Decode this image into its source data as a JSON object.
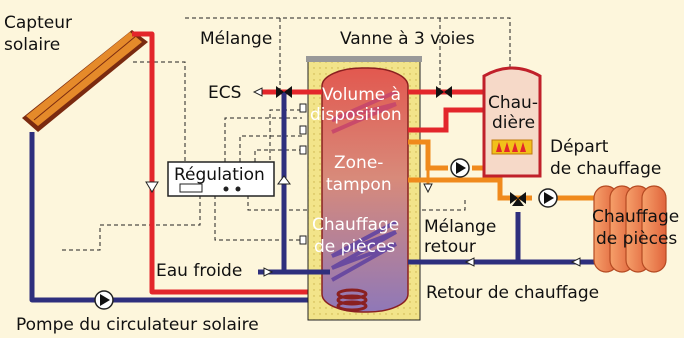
{
  "labels": {
    "capteur_line1": "Capteur",
    "capteur_line2": "solaire",
    "melange": "Mélange",
    "vanne": "Vanne à 3 voies",
    "ecs": "ECS",
    "volume_line1": "Volume à",
    "volume_line2": "disposition",
    "chaudiere_line1": "Chau-",
    "chaudiere_line2": "dière",
    "regulation": "Régulation",
    "depart_line1": "Départ",
    "depart_line2": "de chauffage",
    "zone_line1": "Zone-",
    "zone_line2": "tampon",
    "chauffage_tank_line1": "Chauffage",
    "chauffage_tank_line2": "de pièces",
    "melange_retour_line1": "Mélange",
    "melange_retour_line2": "retour",
    "radiator_line1": "Chauffage",
    "radiator_line2": "de pièces",
    "eau_froide": "Eau froide",
    "retour": "Retour de chauffage",
    "pompe": "Pompe du circulateur solaire"
  },
  "colors": {
    "background": "#fdf6dc",
    "hot_pipe": "#e3262b",
    "cold_pipe": "#2e2f7d",
    "heating_pipe": "#f08a1c",
    "tank_insulation": "#f2e48a",
    "tank_body_top": "#e2584f",
    "tank_body_bottom": "#8f78b8",
    "radiator": "#f28a4f"
  }
}
